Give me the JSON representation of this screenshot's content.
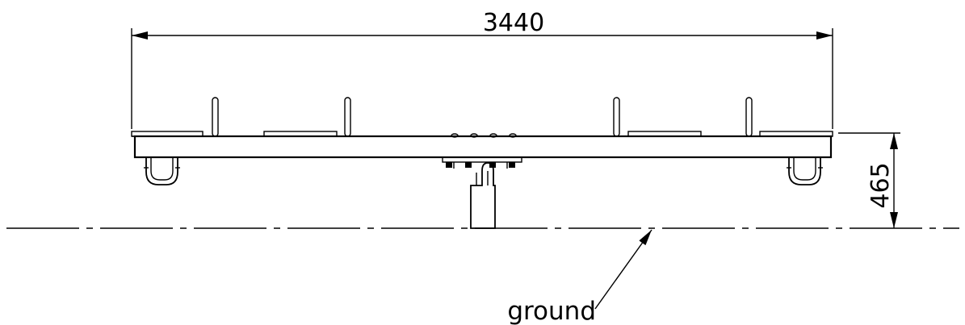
{
  "dimensions": {
    "width_label": "3440",
    "height_label": "465"
  },
  "ground_label": "ground"
}
